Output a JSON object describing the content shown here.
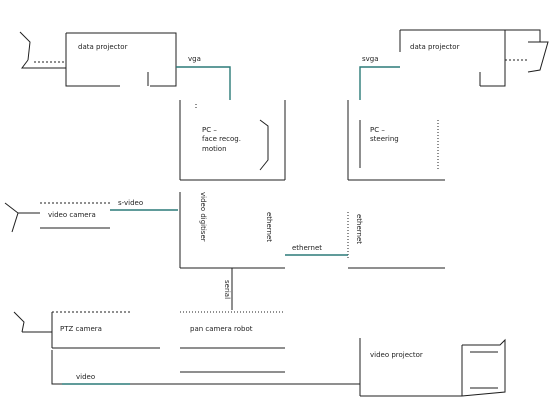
{
  "nodes": {
    "data_projector_left": "data projector",
    "data_projector_right": "data projector",
    "pc_face": "PC –\nface recog.\nmotion",
    "pc_steering": "PC –\nsteering",
    "video_camera": "video camera",
    "ptz_camera": "PTZ camera",
    "pan_tilt_base": "pan camera robot",
    "video_projector": "video projector",
    "video_digitiser": "video digitiser",
    "ethernet_left": "ethernet",
    "ethernet_right": "ethernet",
    "serial": "serial"
  },
  "edges": {
    "vga_left": "vga",
    "vga_right": "svga",
    "s_video": "s-video",
    "ethernet_link": "ethernet",
    "video_bottom": "video"
  },
  "colors": {
    "line": "#1f1f1f",
    "accent": "#2b7a78"
  }
}
